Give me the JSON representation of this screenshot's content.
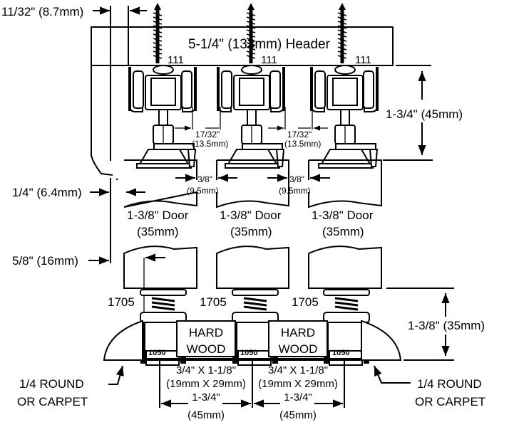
{
  "diagram": {
    "title": "Bypass door hardware installation cross-section",
    "colors": {
      "line": "#000000",
      "background": "#ffffff"
    },
    "header": {
      "label": "5-1/4\" (133mm) Header"
    },
    "dimensions": {
      "wall_offset_top": "11/32\" (8.7mm)",
      "wall_offset_mid": "1/4\" (6.4mm)",
      "wall_offset_bottom": "5/8\" (16mm)",
      "track_height": "1-3/4\" (45mm)",
      "guide_height": "1-3/8\" (35mm)",
      "hanger_gap_1": {
        "inch": "17/32\"",
        "mm": "(13.5mm)"
      },
      "hanger_gap_2": {
        "inch": "17/32\"",
        "mm": "(13.5mm)"
      },
      "door_gap_1": {
        "inch": "3/8\"",
        "mm": "(9.5mm)"
      },
      "door_gap_2": {
        "inch": "3/8\"",
        "mm": "(9.5mm)"
      },
      "spacing_1": {
        "inch": "1-3/4\"",
        "mm": "(45mm)"
      },
      "spacing_2": {
        "inch": "1-3/4\"",
        "mm": "(45mm)"
      }
    },
    "parts": {
      "screw_part": "111",
      "guide_part": "1705",
      "base_part": "1050"
    },
    "doors": [
      {
        "label": "1-3/8\" Door",
        "mm": "(35mm)"
      },
      {
        "label": "1-3/8\" Door",
        "mm": "(35mm)"
      },
      {
        "label": "1-3/8\" Door",
        "mm": "(35mm)"
      }
    ],
    "hardwood": [
      {
        "line1": "HARD",
        "line2": "WOOD",
        "size": "3/4\" X 1-1/8\"",
        "size_mm": "(19mm X 29mm)"
      },
      {
        "line1": "HARD",
        "line2": "WOOD",
        "size": "3/4\" X 1-1/8\"",
        "size_mm": "(19mm X 29mm)"
      }
    ],
    "floor_trim": {
      "left": {
        "line1": "1/4 ROUND",
        "line2": "OR CARPET"
      },
      "right": {
        "line1": "1/4 ROUND",
        "line2": "OR CARPET"
      }
    }
  }
}
